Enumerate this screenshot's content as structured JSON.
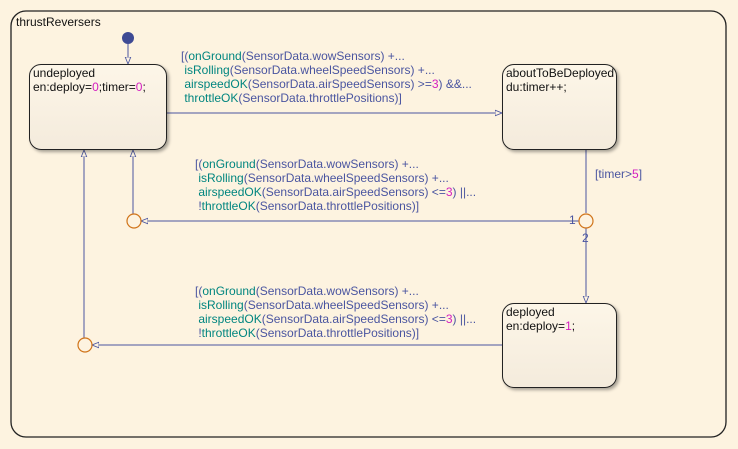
{
  "chart": {
    "name": "thrustReversers",
    "colors": {
      "line": "#4a55a0",
      "function": "#00857f",
      "number": "#d41fc0",
      "junction": "#d0741a",
      "initial_dot": "#3e4a94"
    },
    "states": [
      {
        "id": "undeployed",
        "lines": [
          [
            {
              "t": "undeployed",
              "c": "bk"
            }
          ],
          [
            {
              "t": "en:deploy=",
              "c": "bk"
            },
            {
              "t": "0",
              "c": "num"
            },
            {
              "t": ";timer=",
              "c": "bk"
            },
            {
              "t": "0",
              "c": "num"
            },
            {
              "t": ";",
              "c": "bk"
            }
          ]
        ]
      },
      {
        "id": "aboutToBeDeployed",
        "lines": [
          [
            {
              "t": "aboutToBeDeployed",
              "c": "bk"
            }
          ],
          [
            {
              "t": "du:timer++;",
              "c": "bk"
            }
          ]
        ]
      },
      {
        "id": "deployed",
        "lines": [
          [
            {
              "t": "deployed",
              "c": "bk"
            }
          ],
          [
            {
              "t": "en:deploy=",
              "c": "bk"
            },
            {
              "t": "1",
              "c": "num"
            },
            {
              "t": ";",
              "c": "bk"
            }
          ]
        ]
      }
    ],
    "transitions": [
      {
        "id": "undeployed-to-aboutToBeDeployed",
        "lines": [
          [
            {
              "t": "[(",
              "c": "tx"
            },
            {
              "t": "onGround",
              "c": "fn"
            },
            {
              "t": "(SensorData.wowSensors) +...",
              "c": "tx"
            }
          ],
          [
            {
              "t": " ",
              "c": "tx"
            },
            {
              "t": "isRolling",
              "c": "fn"
            },
            {
              "t": "(SensorData.wheelSpeedSensors) +...",
              "c": "tx"
            }
          ],
          [
            {
              "t": " ",
              "c": "tx"
            },
            {
              "t": "airspeedOK",
              "c": "fn"
            },
            {
              "t": "(SensorData.airSpeedSensors) >=",
              "c": "tx"
            },
            {
              "t": "3",
              "c": "num"
            },
            {
              "t": ") &&...",
              "c": "tx"
            }
          ],
          [
            {
              "t": " ",
              "c": "tx"
            },
            {
              "t": "throttleOK",
              "c": "fn"
            },
            {
              "t": "(SensorData.throttlePositions)]",
              "c": "tx"
            }
          ]
        ]
      },
      {
        "id": "aboutToBeDeployed-to-junction",
        "lines": [
          [
            {
              "t": "[timer>",
              "c": "tx"
            },
            {
              "t": "5",
              "c": "num"
            },
            {
              "t": "]",
              "c": "tx"
            }
          ]
        ]
      },
      {
        "id": "junction-to-undeployed",
        "lines": [
          [
            {
              "t": "[(",
              "c": "tx"
            },
            {
              "t": "onGround",
              "c": "fn"
            },
            {
              "t": "(SensorData.wowSensors) +...",
              "c": "tx"
            }
          ],
          [
            {
              "t": " ",
              "c": "tx"
            },
            {
              "t": "isRolling",
              "c": "fn"
            },
            {
              "t": "(SensorData.wheelSpeedSensors) +...",
              "c": "tx"
            }
          ],
          [
            {
              "t": " ",
              "c": "tx"
            },
            {
              "t": "airspeedOK",
              "c": "fn"
            },
            {
              "t": "(SensorData.airSpeedSensors) <=",
              "c": "tx"
            },
            {
              "t": "3",
              "c": "num"
            },
            {
              "t": ") ||...",
              "c": "tx"
            }
          ],
          [
            {
              "t": " !",
              "c": "tx"
            },
            {
              "t": "throttleOK",
              "c": "fn"
            },
            {
              "t": "(SensorData.throttlePositions)]",
              "c": "tx"
            }
          ]
        ]
      },
      {
        "id": "deployed-to-undeployed",
        "lines": [
          [
            {
              "t": "[(",
              "c": "tx"
            },
            {
              "t": "onGround",
              "c": "fn"
            },
            {
              "t": "(SensorData.wowSensors) +...",
              "c": "tx"
            }
          ],
          [
            {
              "t": " ",
              "c": "tx"
            },
            {
              "t": "isRolling",
              "c": "fn"
            },
            {
              "t": "(SensorData.wheelSpeedSensors) +...",
              "c": "tx"
            }
          ],
          [
            {
              "t": " ",
              "c": "tx"
            },
            {
              "t": "airspeedOK",
              "c": "fn"
            },
            {
              "t": "(SensorData.airSpeedSensors) <=",
              "c": "tx"
            },
            {
              "t": "3",
              "c": "num"
            },
            {
              "t": ") ||...",
              "c": "tx"
            }
          ],
          [
            {
              "t": " !",
              "c": "tx"
            },
            {
              "t": "throttleOK",
              "c": "fn"
            },
            {
              "t": "(SensorData.throttlePositions)]",
              "c": "tx"
            }
          ]
        ]
      }
    ],
    "junction_order": [
      "1",
      "2"
    ]
  }
}
